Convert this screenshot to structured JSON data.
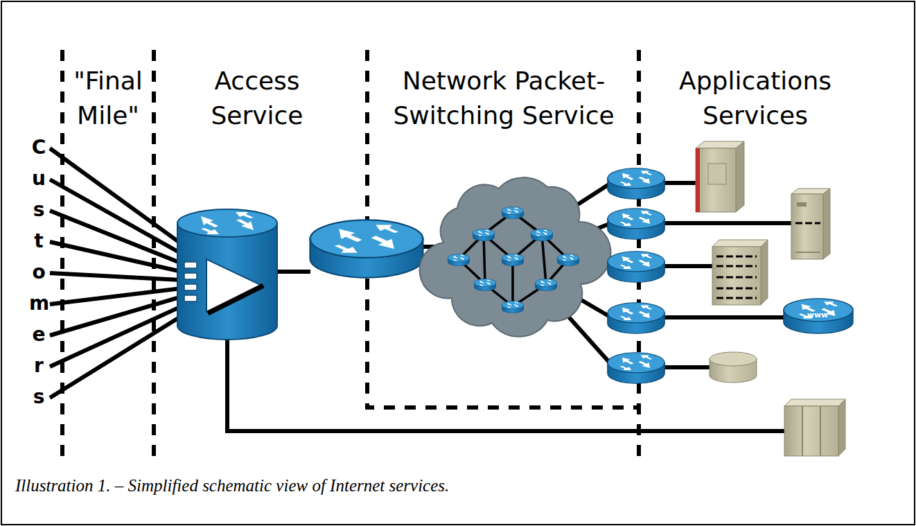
{
  "diagram": {
    "caption": "Illustration 1. – Simplified schematic view of Internet services.",
    "labels": [
      "\"Final Mile\"",
      "Access Service",
      "Network Packet-Switching Service",
      "Applications Services",
      "Customers",
      "www"
    ]
  }
}
